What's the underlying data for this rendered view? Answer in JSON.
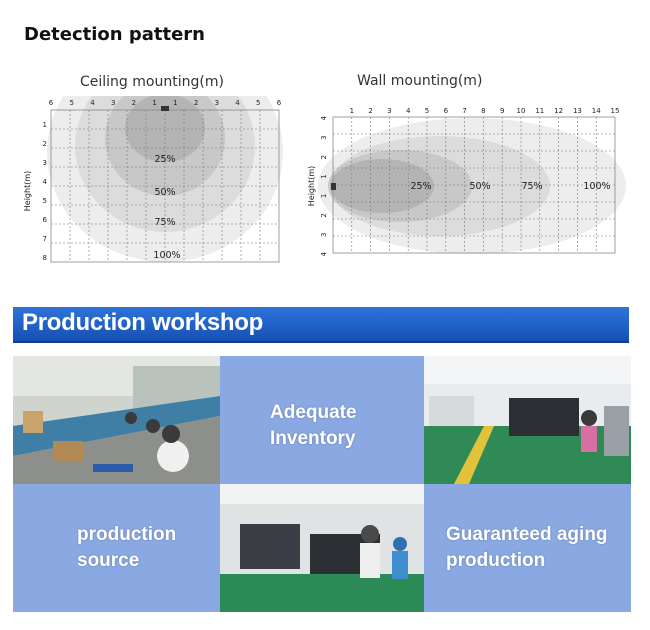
{
  "heading": "Detection pattern",
  "ceiling": {
    "title": "Ceiling mounting(m)",
    "top_ticks": [
      "6",
      "5",
      "4",
      "3",
      "2",
      "1",
      "1",
      "2",
      "3",
      "4",
      "5",
      "6"
    ],
    "left_ticks": [
      "1",
      "2",
      "3",
      "4",
      "5",
      "6",
      "7",
      "8"
    ],
    "ylabel": "Height(m)",
    "zones": [
      "25%",
      "50%",
      "75%",
      "100%"
    ]
  },
  "wall": {
    "title": "Wall mounting(m)",
    "top_ticks": [
      "1",
      "2",
      "3",
      "4",
      "5",
      "6",
      "7",
      "8",
      "9",
      "10",
      "11",
      "12",
      "13",
      "14",
      "15"
    ],
    "left_ticks": [
      "4",
      "3",
      "2",
      "1",
      "1",
      "2",
      "3",
      "4"
    ],
    "ylabel": "Height(m)",
    "zones": [
      "25%",
      "50%",
      "75%",
      "100%"
    ]
  },
  "section_banner": "Production workshop",
  "tiles": [
    "Adequate\nInventory",
    "production\nsource",
    "Guaranteed aging\nproduction"
  ],
  "colors": {
    "banner": "#1f5fc4",
    "tile_blue": "#8aa8e2",
    "zone_100": "#ededed",
    "zone_75": "#dcdcdc",
    "zone_50": "#c8c8c8",
    "zone_25": "#b4b4b4"
  }
}
